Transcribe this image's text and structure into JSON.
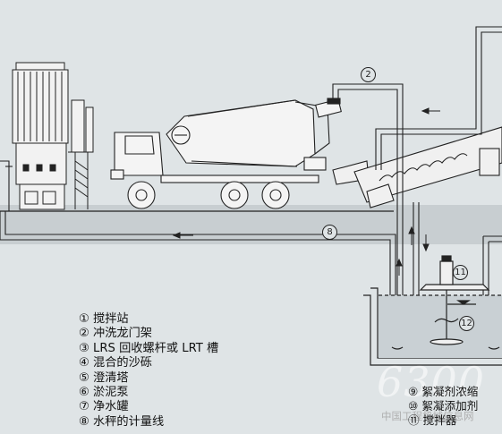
{
  "legend": [
    {
      "num": "①",
      "text": "搅拌站"
    },
    {
      "num": "②",
      "text": "冲洗龙门架"
    },
    {
      "num": "③",
      "text": "LRS 回收螺杆或 LRT 槽"
    },
    {
      "num": "④",
      "text": "混合的沙砾"
    },
    {
      "num": "⑤",
      "text": "澄清塔"
    },
    {
      "num": "⑥",
      "text": "淤泥泵"
    },
    {
      "num": "⑦",
      "text": "净水罐"
    },
    {
      "num": "⑧",
      "text": "水秤的计量线"
    }
  ],
  "legend_right": [
    {
      "num": "⑨",
      "text": "絮凝剂浓缩"
    },
    {
      "num": "⑩",
      "text": "絮凝添加剂"
    },
    {
      "num": "⑪",
      "text": "搅拌器"
    }
  ],
  "callouts": {
    "gantry": "2",
    "water_line": "8",
    "mixer": "11",
    "tank": "12"
  },
  "watermark": {
    "main": "6300",
    "sub": "中国工程机械信息网"
  },
  "colors": {
    "background": "#dfe4e6",
    "line": "#222222",
    "ground": "#c8ced1",
    "tank_fill": "#c9d0d4"
  }
}
